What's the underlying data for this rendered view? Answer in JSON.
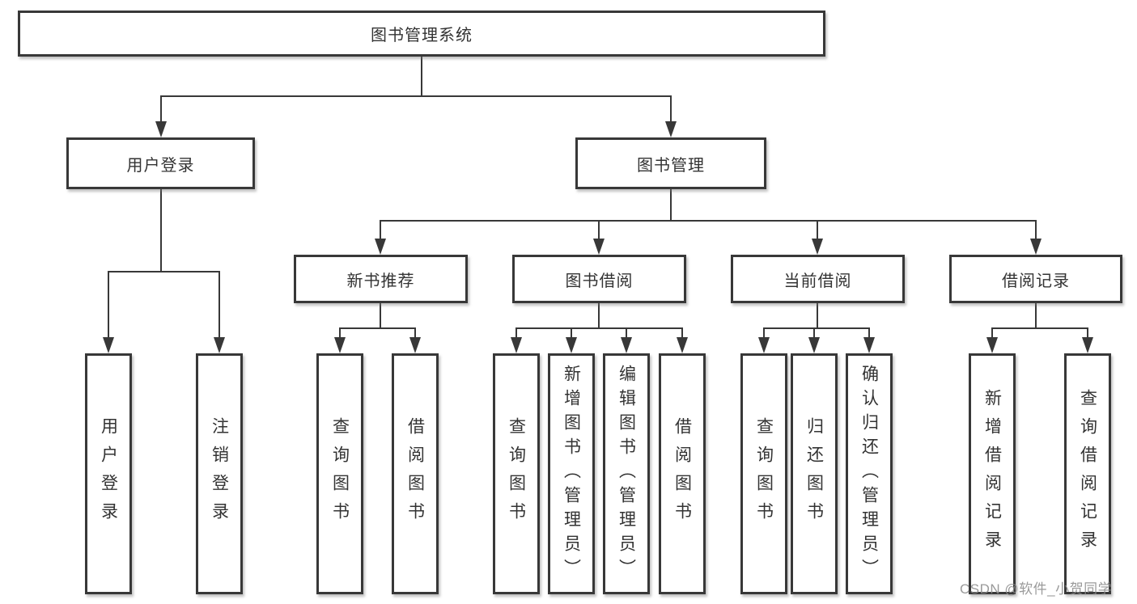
{
  "nodes": {
    "root": "图书管理系统",
    "login": "用户登录",
    "mgmt": "图书管理",
    "rec": "新书推荐",
    "borrow": "图书借阅",
    "current": "当前借阅",
    "record": "借阅记录",
    "login_user": "用户登录",
    "login_logout": "注销登录",
    "rec_query": "查询图书",
    "rec_borrow": "借阅图书",
    "borrow_query": "查询图书",
    "borrow_add": "新增图书（管理员）",
    "borrow_edit": "编辑图书（管理员）",
    "borrow_borrow": "借阅图书",
    "current_query": "查询图书",
    "current_return": "归还图书",
    "current_confirm": "确认归还（管理员）",
    "record_add": "新增借阅记录",
    "record_query": "查询借阅记录"
  },
  "hierarchy": {
    "图书管理系统": [
      "用户登录",
      "图书管理"
    ],
    "用户登录": [
      "用户登录",
      "注销登录"
    ],
    "图书管理": [
      "新书推荐",
      "图书借阅",
      "当前借阅",
      "借阅记录"
    ],
    "新书推荐": [
      "查询图书",
      "借阅图书"
    ],
    "图书借阅": [
      "查询图书",
      "新增图书（管理员）",
      "编辑图书（管理员）",
      "借阅图书"
    ],
    "当前借阅": [
      "查询图书",
      "归还图书",
      "确认归还（管理员）"
    ],
    "借阅记录": [
      "新增借阅记录",
      "查询借阅记录"
    ]
  },
  "watermark": {
    "text": "CSDN @软件_小贺同学"
  },
  "colors": {
    "line": "#383838",
    "box_border": "#383838",
    "text": "#333333",
    "background": "#ffffff",
    "watermark": "#8c8c8c"
  }
}
